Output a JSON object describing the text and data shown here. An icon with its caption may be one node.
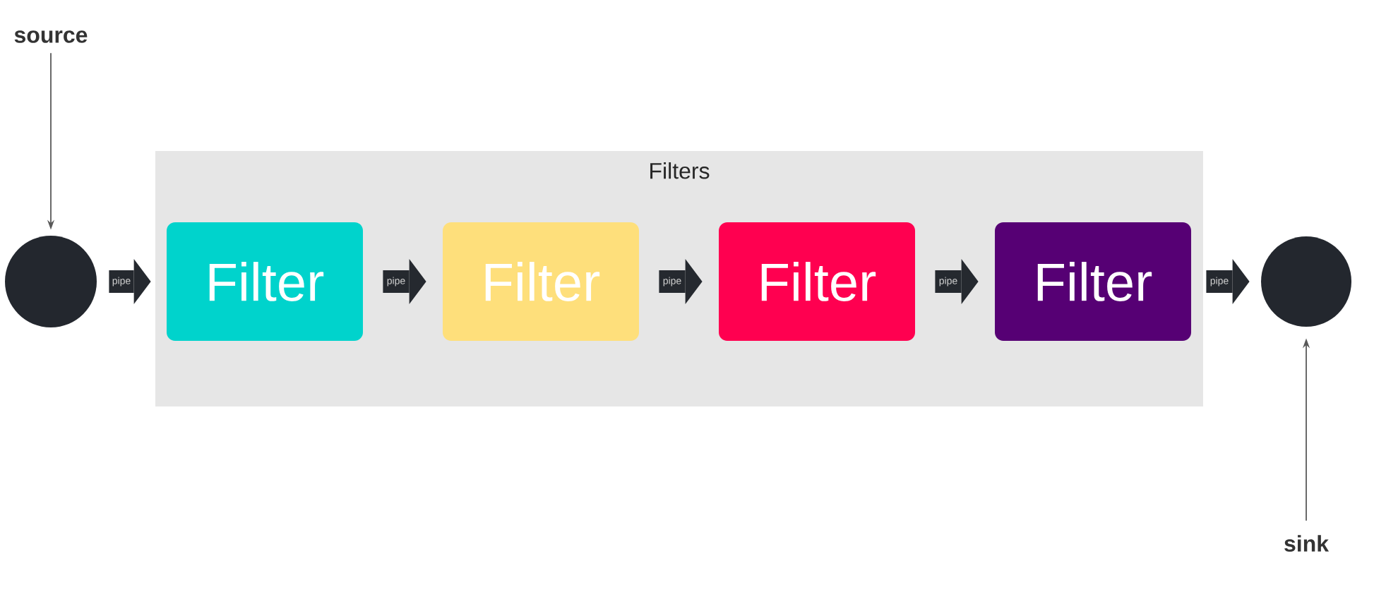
{
  "diagram": {
    "nodes": [
      {
        "text": [
          "source"
        ]
      },
      {
        "text": [],
        "shape": "circle"
      },
      {
        "text": [
          "Filters"
        ]
      },
      {
        "text": [
          "Filter"
        ],
        "in": 2
      },
      {
        "text": [
          "Filter"
        ],
        "in": 2
      },
      {
        "text": [
          "Filter"
        ],
        "in": 2
      },
      {
        "text": [
          "Filter"
        ],
        "in": 2
      },
      {
        "text": [],
        "shape": "circle"
      },
      {
        "text": [
          "sink"
        ]
      }
    ],
    "edges": [
      {
        "from": 0,
        "to": 1,
        "arrow": "to",
        "color": "#595959"
      },
      {
        "from": 1,
        "to": 3,
        "arrow": "to",
        "label": "pipe"
      },
      {
        "from": 3,
        "to": 4,
        "arrow": "to",
        "label": "pipe"
      },
      {
        "from": 4,
        "to": 5,
        "arrow": "to",
        "label": "pipe"
      },
      {
        "from": 5,
        "to": 6,
        "arrow": "to",
        "label": "pipe"
      },
      {
        "from": 6,
        "to": 7,
        "arrow": "to",
        "label": "pipe"
      },
      {
        "from": 8,
        "to": 7,
        "arrow": "to",
        "color": "#595959"
      }
    ]
  }
}
